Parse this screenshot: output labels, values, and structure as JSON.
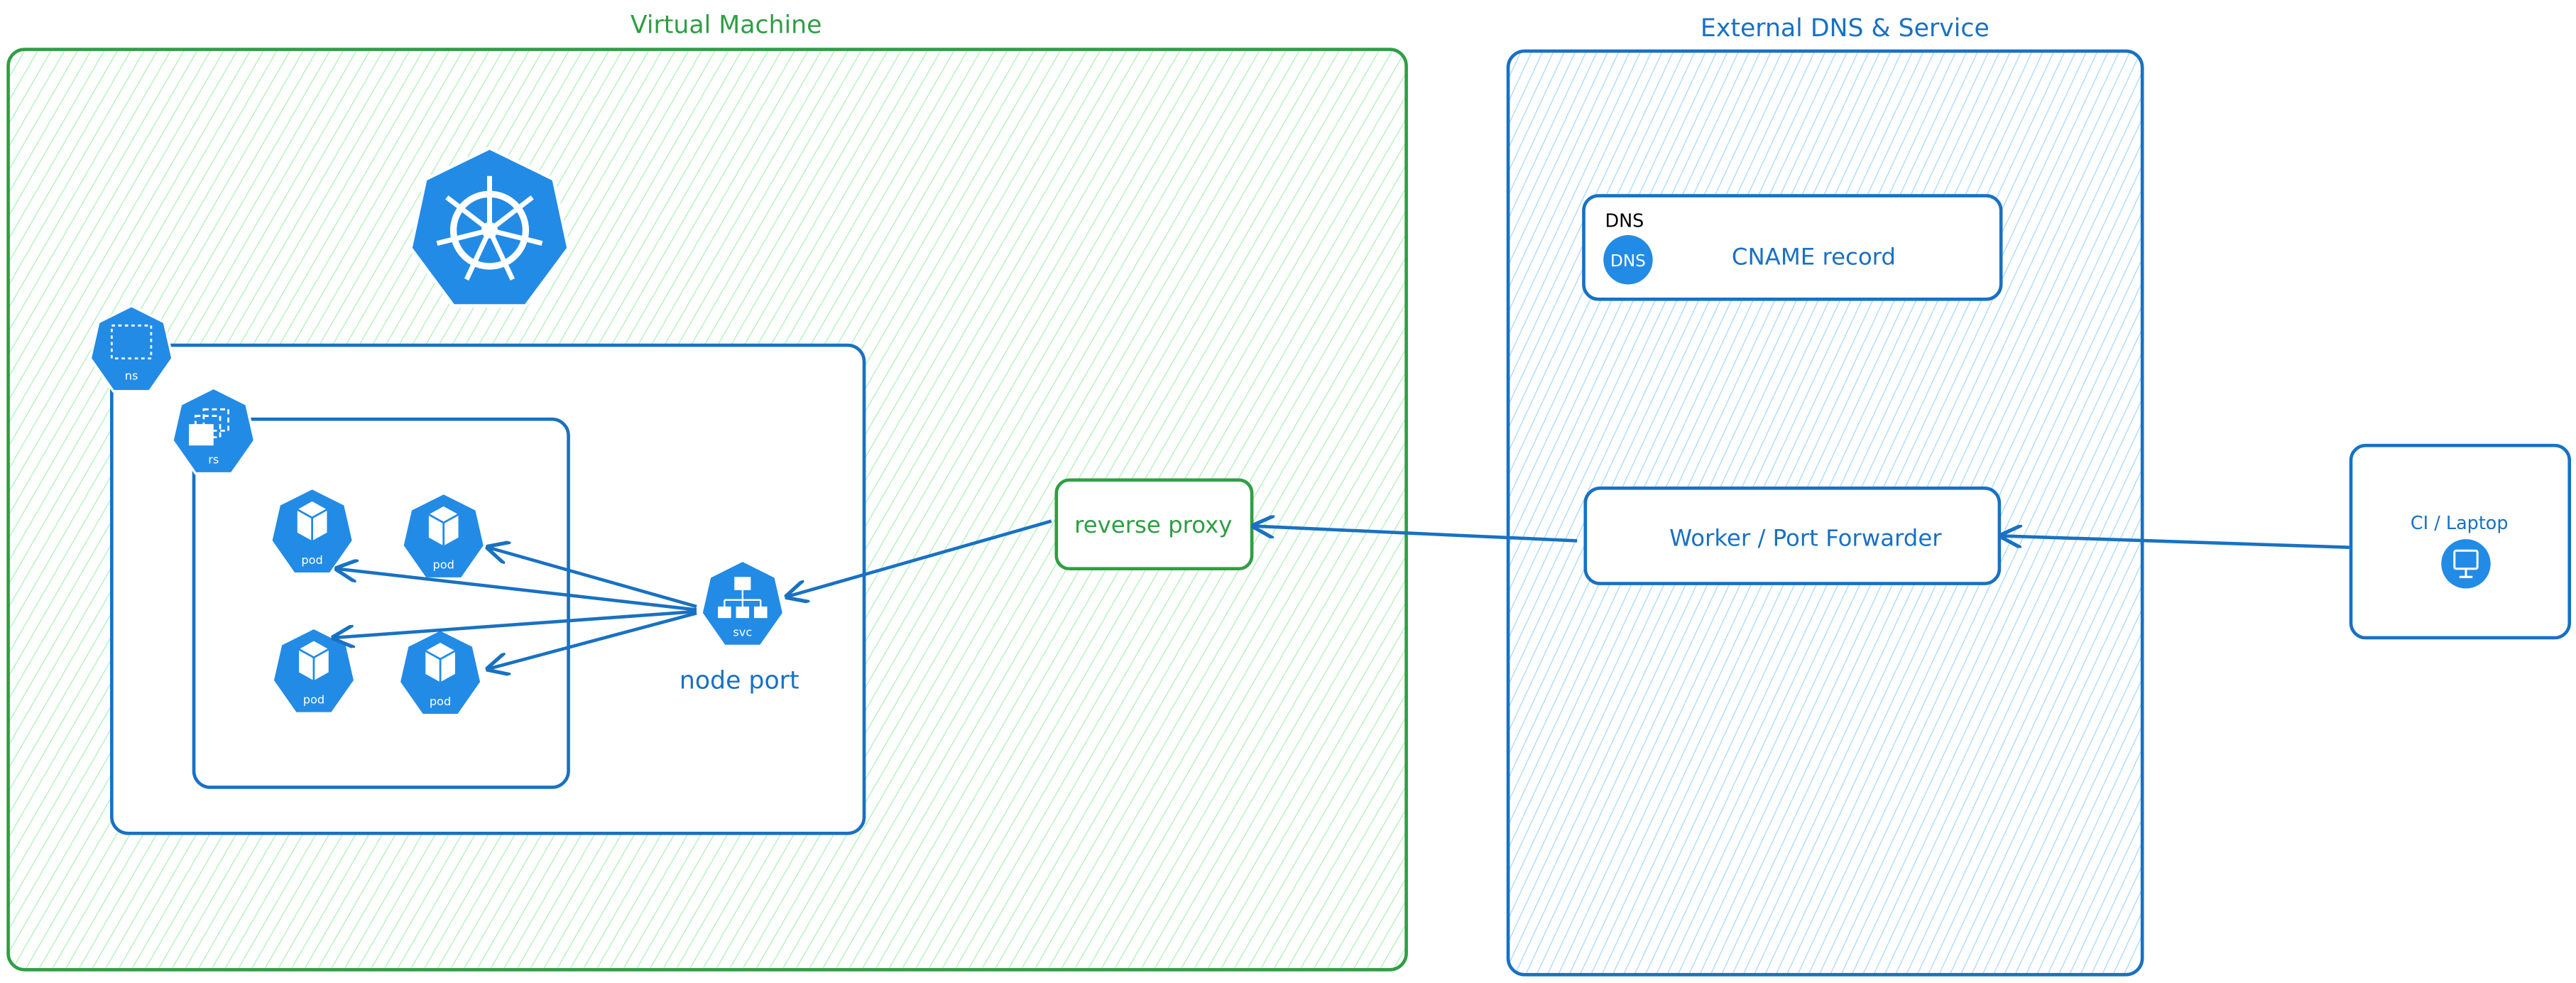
{
  "colors": {
    "vm_stroke": "#2f9e44",
    "vm_hatch": "#b2f2bb",
    "ext_stroke": "#1971c2",
    "ext_hatch": "#a5d8ff",
    "icon_blue": "#228be6",
    "text_blue": "#1971c2",
    "text_green": "#2f9e44"
  },
  "vm": {
    "title": "Virtual Machine"
  },
  "external": {
    "title": "External DNS & Service"
  },
  "k8s": {
    "logo": "kubernetes-helm-icon",
    "ns_label": "ns",
    "rs_label": "rs",
    "pods": [
      {
        "label": "pod"
      },
      {
        "label": "pod"
      },
      {
        "label": "pod"
      },
      {
        "label": "pod"
      }
    ],
    "svc_label": "svc",
    "node_port": "node port"
  },
  "reverse_proxy": {
    "label": "reverse proxy"
  },
  "dns": {
    "title": "DNS",
    "icon_text": "DNS",
    "record": "CNAME record"
  },
  "worker": {
    "label": "Worker / Port Forwarder"
  },
  "client": {
    "label": "CI / Laptop",
    "icon": "monitor-icon"
  }
}
